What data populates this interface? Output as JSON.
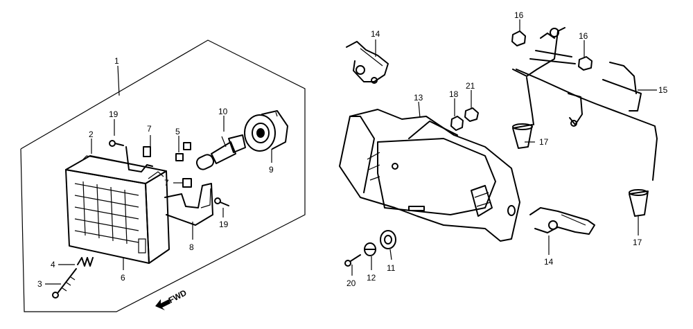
{
  "callouts": {
    "c1": "1",
    "c2": "2",
    "c3": "3",
    "c4": "4",
    "c5": "5",
    "c6": "6",
    "c7a": "7",
    "c7b": "7",
    "c8": "8",
    "c9": "9",
    "c10": "10",
    "c11": "11",
    "c12": "12",
    "c13": "13",
    "c14a": "14",
    "c14b": "14",
    "c15": "15",
    "c16a": "16",
    "c16b": "16",
    "c17a": "17",
    "c17b": "17",
    "c18": "18",
    "c19a": "19",
    "c19b": "19",
    "c20": "20",
    "c21": "21"
  },
  "fwd_label": "FWD"
}
